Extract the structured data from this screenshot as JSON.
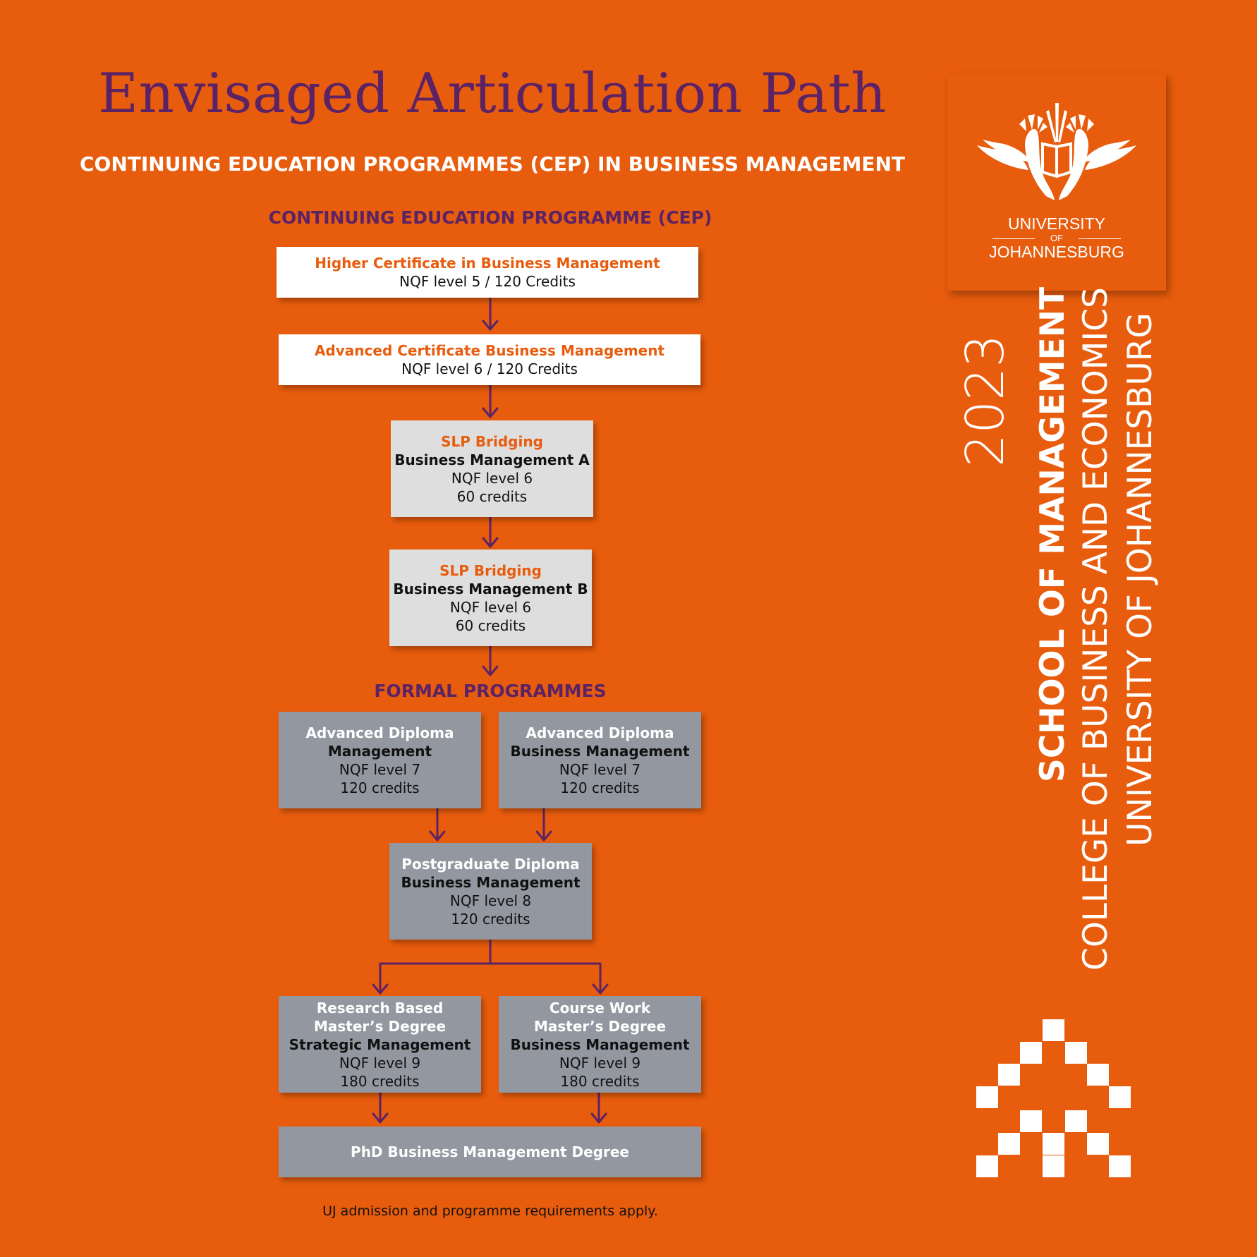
{
  "title": "Envisaged Articulation Path",
  "subtitle": "CONTINUING EDUCATION PROGRAMMES (CEP) IN BUSINESS MANAGEMENT",
  "sections": {
    "cep": "CONTINUING EDUCATION PROGRAMME (CEP)",
    "formal": "FORMAL PROGRAMMES"
  },
  "boxes": {
    "higher_cert": {
      "title": "Higher Certificate in Business Management",
      "detail": "NQF level 5 / 120 Credits"
    },
    "adv_cert": {
      "title": "Advanced Certificate Business Management",
      "detail": "NQF level 6 / 120 Credits"
    },
    "slp_a": {
      "title": "SLP Bridging",
      "subject": "Business Management A",
      "nqf": "NQF level 6",
      "credits": "60 credits"
    },
    "slp_b": {
      "title": "SLP Bridging",
      "subject": "Business Management B",
      "nqf": "NQF level 6",
      "credits": "60 credits"
    },
    "adv_dip_mgmt": {
      "title": "Advanced Diploma",
      "subject": "Management",
      "nqf": "NQF level 7",
      "credits": "120 credits"
    },
    "adv_dip_bm": {
      "title": "Advanced Diploma",
      "subject": "Business Management",
      "nqf": "NQF level 7",
      "credits": "120 credits"
    },
    "pg_dip": {
      "title": "Postgraduate Diploma",
      "subject": "Business Management",
      "nqf": "NQF level 8",
      "credits": "120 credits"
    },
    "masters_research": {
      "line1": "Research Based",
      "line2": "Master’s Degree",
      "subject": "Strategic Management",
      "nqf": "NQF level 9",
      "credits": "180 credits"
    },
    "masters_course": {
      "line1": "Course Work",
      "line2": "Master’s Degree",
      "subject": "Business Management",
      "nqf": "NQF level 9",
      "credits": "180 credits"
    },
    "phd": {
      "title": "PhD Business Management Degree"
    }
  },
  "footnote": "UJ admission and programme requirements apply.",
  "logo": {
    "line1": "UNIVERSITY",
    "line2": "OF",
    "line3": "JOHANNESBURG"
  },
  "sidebar": {
    "year": "2023",
    "school": "SCHOOL OF MANAGEMENT",
    "college": "COLLEGE OF BUSINESS AND ECONOMICS",
    "university": "UNIVERSITY OF JOHANNESBURG"
  },
  "colors": {
    "background": "#e85c0d",
    "purple": "#5b2266",
    "highlight": "#e85c0d",
    "grey_box": "#93979f",
    "light_box": "#dedede"
  }
}
